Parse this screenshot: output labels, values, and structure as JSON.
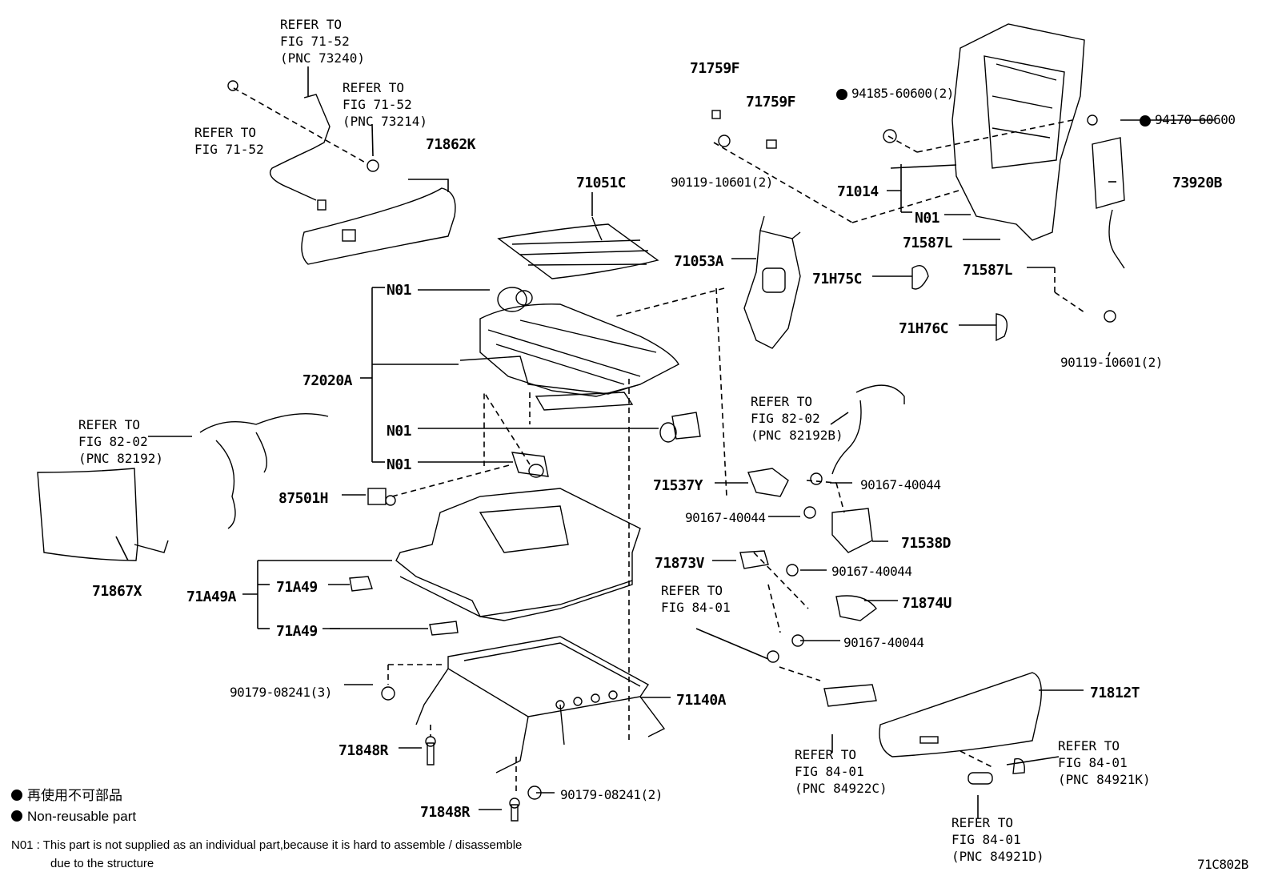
{
  "part_labels": {
    "p71759f_a": "71759F",
    "p71759f_b": "71759F",
    "p94185": "94185-60600(2)",
    "p94170": "94170-60600",
    "p90119_a": "90119-10601(2)",
    "p71014": "71014",
    "p73920b": "73920B",
    "p71862k": "71862K",
    "p71051c": "71051C",
    "p71053a": "71053A",
    "n01_top": "N01",
    "p71587l_a": "71587L",
    "p71587l_b": "71587L",
    "p71h75c": "71H75C",
    "p71h76c": "71H76C",
    "n01_a": "N01",
    "p90119_b": "90119-10601(2)",
    "p72020a": "72020A",
    "n01_b": "N01",
    "n01_c": "N01",
    "p87501h": "87501H",
    "p71537y": "71537Y",
    "p90167_a": "90167-40044",
    "p90167_b": "90167-40044",
    "p71538d": "71538D",
    "p71873v": "71873V",
    "p90167_c": "90167-40044",
    "p71874u": "71874U",
    "p90167_d": "90167-40044",
    "p71867x": "71867X",
    "p71a49a": "71A49A",
    "p71a49_a": "71A49",
    "p71a49_b": "71A49",
    "p90179_a": "90179-08241(3)",
    "p71140a": "71140A",
    "p71812t": "71812T",
    "p71848r_a": "71848R",
    "p71848r_b": "71848R",
    "p90179_b": "90179-08241(2)"
  },
  "references": {
    "r1": [
      "REFER TO",
      "FIG 71-52",
      "(PNC 73240)"
    ],
    "r2": [
      "REFER TO",
      "FIG 71-52",
      "(PNC 73214)"
    ],
    "r3": [
      "REFER TO",
      "FIG 71-52"
    ],
    "r4": [
      "REFER TO",
      "FIG 82-02",
      "(PNC 82192B)"
    ],
    "r5": [
      "REFER TO",
      "FIG 82-02",
      "(PNC 82192)"
    ],
    "r6": [
      "REFER TO",
      "FIG 84-01"
    ],
    "r7": [
      "REFER TO",
      "FIG 84-01",
      "(PNC 84922C)"
    ],
    "r8": [
      "REFER TO",
      "FIG 84-01",
      "(PNC 84921K)"
    ],
    "r9": [
      "REFER TO",
      "FIG 84-01",
      "(PNC 84921D)"
    ]
  },
  "legend": {
    "jp": "再使用不可部品",
    "en": "Non-reusable part"
  },
  "note": {
    "line1": "N01 : This part is not supplied as an individual part,because it is hard to assemble / disassemble",
    "line2": "due to the structure"
  },
  "figure_id": "71C802B"
}
